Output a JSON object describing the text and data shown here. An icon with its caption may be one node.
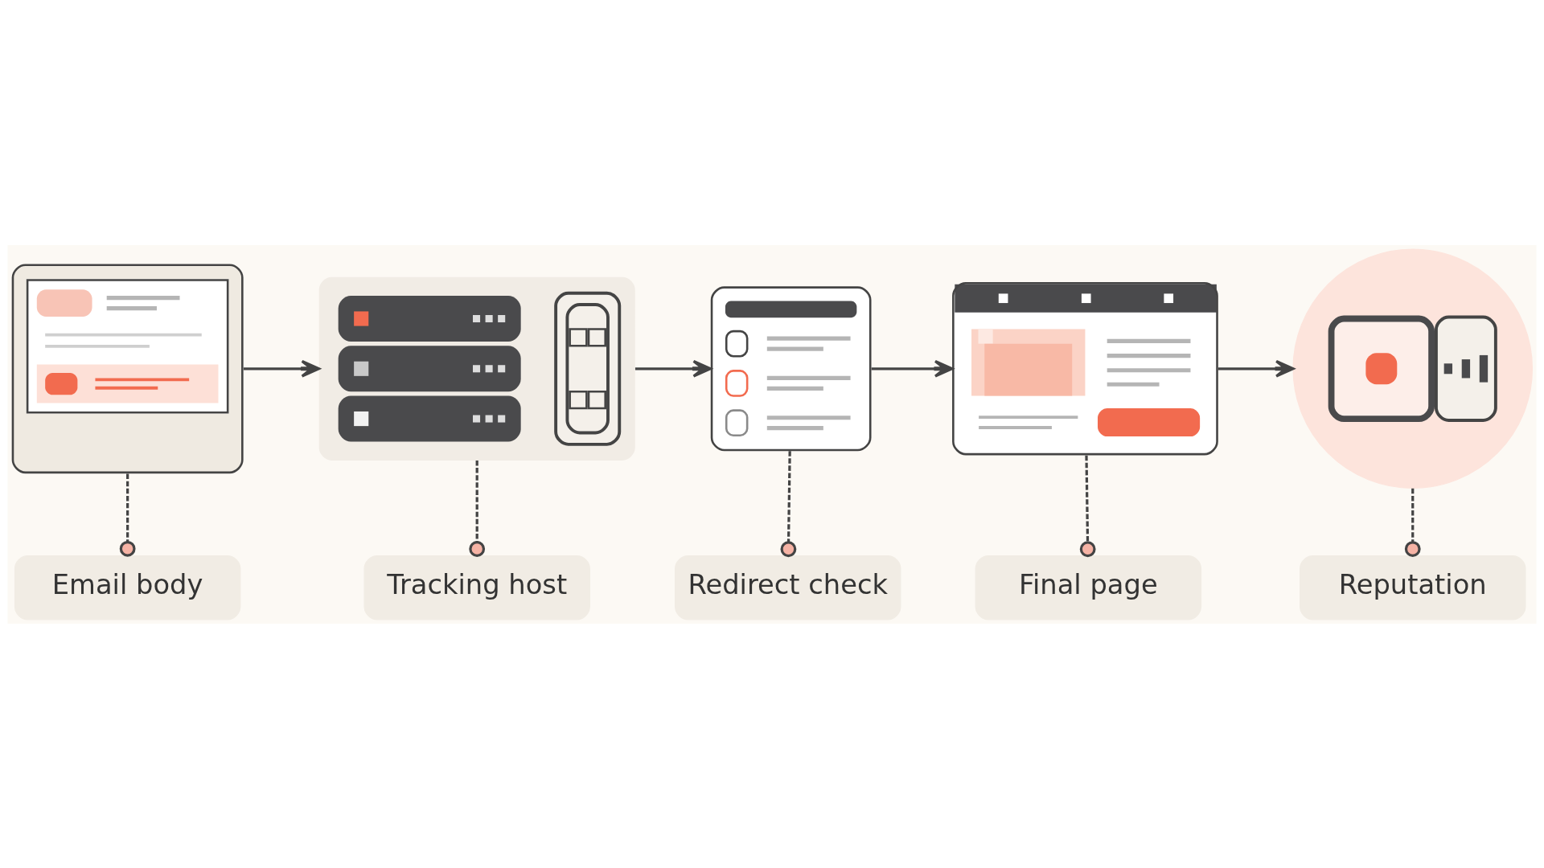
{
  "diagram": {
    "nodes": [
      {
        "text": [],
        "shape": "picture"
      },
      {
        "text": [],
        "shape": "picture"
      },
      {
        "text": [],
        "shape": "picture"
      },
      {
        "text": [],
        "shape": "picture"
      },
      {
        "text": [],
        "shape": "picture"
      },
      {
        "text": [
          "Email body"
        ]
      },
      {
        "text": [
          "Tracking host"
        ]
      },
      {
        "text": [
          "Redirect check"
        ]
      },
      {
        "text": [
          "Final page"
        ]
      },
      {
        "text": [
          "Reputation"
        ]
      }
    ],
    "edges": [
      {
        "from": 0,
        "to": 1,
        "arrow": "to"
      },
      {
        "from": 1,
        "to": 2,
        "arrow": "to"
      },
      {
        "from": 2,
        "to": 3,
        "arrow": "to"
      },
      {
        "from": 3,
        "to": 4,
        "arrow": "to"
      },
      {
        "from": 0,
        "to": 5,
        "arrow": "other",
        "style": "dashed"
      },
      {
        "from": 1,
        "to": 6,
        "arrow": "other",
        "style": "dashed"
      },
      {
        "from": 2,
        "to": 7,
        "arrow": "other",
        "style": "dashed"
      },
      {
        "from": 3,
        "to": 8,
        "arrow": "other",
        "style": "dashed"
      },
      {
        "from": 4,
        "to": 9,
        "arrow": "other",
        "style": "dashed"
      }
    ]
  }
}
